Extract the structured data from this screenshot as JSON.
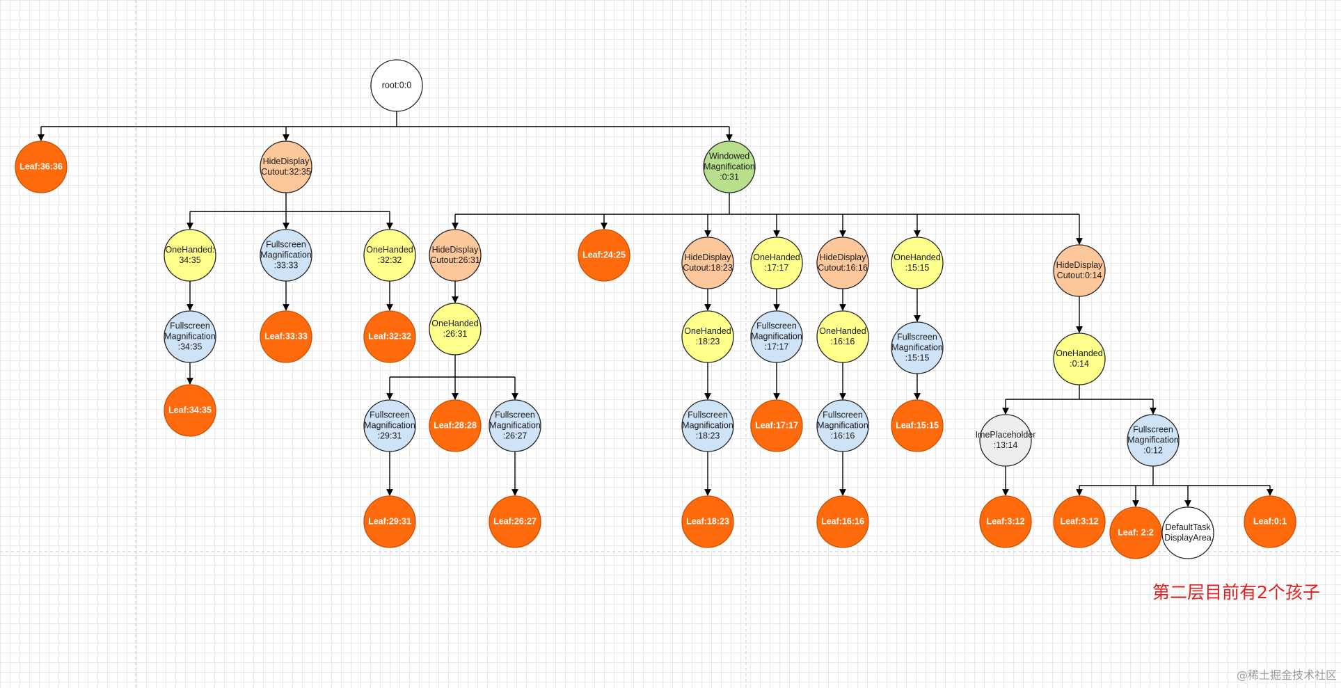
{
  "colors": {
    "white": "#ffffff",
    "leaf": "#ff6a0d",
    "salmon": "#fcc79b",
    "yellow": "#ffff8c",
    "blue": "#cfe3f7",
    "green": "#b8e08c",
    "grey": "#eeeeee"
  },
  "nodes": [
    {
      "id": "root",
      "label": [
        "root:0:0"
      ],
      "color": "white"
    },
    {
      "id": "leaf3636",
      "label": [
        "Leaf:36:36"
      ],
      "color": "leaf"
    },
    {
      "id": "hdc3235",
      "label": [
        "HideDisplay",
        "Cutout:32:35"
      ],
      "color": "salmon"
    },
    {
      "id": "wm031",
      "label": [
        "Windowed",
        "Magnification",
        ":0:31"
      ],
      "color": "green"
    },
    {
      "id": "oh3435",
      "label": [
        "OneHanded:",
        "34:35"
      ],
      "color": "yellow"
    },
    {
      "id": "fm3435",
      "label": [
        "Fullscreen",
        "Magnification",
        ":34:35"
      ],
      "color": "blue"
    },
    {
      "id": "leaf3435",
      "label": [
        "Leaf:34:35"
      ],
      "color": "leaf"
    },
    {
      "id": "fm3333",
      "label": [
        "Fullscreen",
        "Magnification",
        ":33:33"
      ],
      "color": "blue"
    },
    {
      "id": "leaf3333",
      "label": [
        "Leaf:33:33"
      ],
      "color": "leaf"
    },
    {
      "id": "oh3232",
      "label": [
        "OneHanded",
        ":32:32"
      ],
      "color": "yellow"
    },
    {
      "id": "leaf3232",
      "label": [
        "Leaf:32:32"
      ],
      "color": "leaf"
    },
    {
      "id": "hdc2631",
      "label": [
        "HideDisplay",
        "Cutout:26:31"
      ],
      "color": "salmon"
    },
    {
      "id": "oh2631",
      "label": [
        "OneHanded",
        ":26:31"
      ],
      "color": "yellow"
    },
    {
      "id": "fm2931",
      "label": [
        "Fullscreen",
        "Magnification",
        ":29:31"
      ],
      "color": "blue"
    },
    {
      "id": "leaf2931",
      "label": [
        "Leaf:29:31"
      ],
      "color": "leaf"
    },
    {
      "id": "leaf2828",
      "label": [
        "Leaf:28:28"
      ],
      "color": "leaf"
    },
    {
      "id": "fm2627",
      "label": [
        "Fullscreen",
        "Magnification",
        ":26:27"
      ],
      "color": "blue"
    },
    {
      "id": "leaf2627",
      "label": [
        "Leaf:26:27"
      ],
      "color": "leaf"
    },
    {
      "id": "leaf2425",
      "label": [
        "Leaf:24:25"
      ],
      "color": "leaf"
    },
    {
      "id": "hdc1823",
      "label": [
        "HideDisplay",
        "Cutout:18:23"
      ],
      "color": "salmon"
    },
    {
      "id": "oh1823",
      "label": [
        "OneHanded",
        ":18:23"
      ],
      "color": "yellow"
    },
    {
      "id": "fm1823",
      "label": [
        "Fullscreen",
        "Magnification",
        ":18:23"
      ],
      "color": "blue"
    },
    {
      "id": "leaf1823",
      "label": [
        "Leaf:18:23"
      ],
      "color": "leaf"
    },
    {
      "id": "oh1717",
      "label": [
        "OneHanded",
        ":17:17"
      ],
      "color": "yellow"
    },
    {
      "id": "fm1717",
      "label": [
        "Fullscreen",
        "Magnification",
        ":17:17"
      ],
      "color": "blue"
    },
    {
      "id": "leaf1717",
      "label": [
        "Leaf:17:17"
      ],
      "color": "leaf"
    },
    {
      "id": "hdc1616",
      "label": [
        "HideDisplay",
        "Cutout:16:16"
      ],
      "color": "salmon"
    },
    {
      "id": "oh1616",
      "label": [
        "OneHanded",
        ":16:16"
      ],
      "color": "yellow"
    },
    {
      "id": "fm1616",
      "label": [
        "Fullscreen",
        "Magnification",
        ":16:16"
      ],
      "color": "blue"
    },
    {
      "id": "leaf1616",
      "label": [
        "Leaf:16:16"
      ],
      "color": "leaf"
    },
    {
      "id": "oh1515",
      "label": [
        "OneHanded",
        ":15:15"
      ],
      "color": "yellow"
    },
    {
      "id": "fm1515",
      "label": [
        "Fullscreen",
        "Magnification",
        ":15:15"
      ],
      "color": "blue"
    },
    {
      "id": "leaf1515",
      "label": [
        "Leaf:15:15"
      ],
      "color": "leaf"
    },
    {
      "id": "hdc014",
      "label": [
        "HideDisplay",
        "Cutout:0:14"
      ],
      "color": "salmon"
    },
    {
      "id": "oh014",
      "label": [
        "OneHanded",
        ":0:14"
      ],
      "color": "yellow"
    },
    {
      "id": "ime1314",
      "label": [
        "ImePlaceholder",
        ":13:14"
      ],
      "color": "grey"
    },
    {
      "id": "leaf312a",
      "label": [
        "Leaf:3:12"
      ],
      "color": "leaf"
    },
    {
      "id": "fm012",
      "label": [
        "Fullscreen",
        "Magnification",
        ":0:12"
      ],
      "color": "blue"
    },
    {
      "id": "leaf312b",
      "label": [
        "Leaf:3:12"
      ],
      "color": "leaf"
    },
    {
      "id": "leaf22",
      "label": [
        "Leaf: 2:2"
      ],
      "color": "leaf"
    },
    {
      "id": "dtda",
      "label": [
        "DefaultTask",
        "DisplayArea"
      ],
      "color": "white"
    },
    {
      "id": "leaf01",
      "label": [
        "Leaf:0:1"
      ],
      "color": "leaf"
    }
  ],
  "edges": [
    [
      "root",
      [
        "leaf3636",
        "hdc3235",
        "wm031"
      ]
    ],
    [
      "hdc3235",
      [
        "oh3435",
        "fm3333",
        "oh3232"
      ]
    ],
    [
      "oh3435",
      [
        "fm3435"
      ]
    ],
    [
      "fm3435",
      [
        "leaf3435"
      ]
    ],
    [
      "fm3333",
      [
        "leaf3333"
      ]
    ],
    [
      "oh3232",
      [
        "leaf3232"
      ]
    ],
    [
      "wm031",
      [
        "hdc2631",
        "leaf2425",
        "hdc1823",
        "oh1717",
        "hdc1616",
        "oh1515",
        "hdc014"
      ]
    ],
    [
      "hdc2631",
      [
        "oh2631"
      ]
    ],
    [
      "oh2631",
      [
        "fm2931",
        "leaf2828",
        "fm2627"
      ]
    ],
    [
      "fm2931",
      [
        "leaf2931"
      ]
    ],
    [
      "fm2627",
      [
        "leaf2627"
      ]
    ],
    [
      "hdc1823",
      [
        "oh1823"
      ]
    ],
    [
      "oh1823",
      [
        "fm1823"
      ]
    ],
    [
      "fm1823",
      [
        "leaf1823"
      ]
    ],
    [
      "oh1717",
      [
        "fm1717"
      ]
    ],
    [
      "fm1717",
      [
        "leaf1717"
      ]
    ],
    [
      "hdc1616",
      [
        "oh1616"
      ]
    ],
    [
      "oh1616",
      [
        "fm1616"
      ]
    ],
    [
      "fm1616",
      [
        "leaf1616"
      ]
    ],
    [
      "oh1515",
      [
        "fm1515"
      ]
    ],
    [
      "fm1515",
      [
        "leaf1515"
      ]
    ],
    [
      "hdc014",
      [
        "oh014"
      ]
    ],
    [
      "oh014",
      [
        "ime1314",
        "fm012"
      ]
    ],
    [
      "ime1314",
      [
        "leaf312a"
      ]
    ],
    [
      "fm012",
      [
        "leaf312b",
        "leaf22",
        "dtda",
        "leaf01"
      ]
    ]
  ],
  "annotation": "第二层目前有2个孩子",
  "watermark": "@稀土掘金技术社区"
}
